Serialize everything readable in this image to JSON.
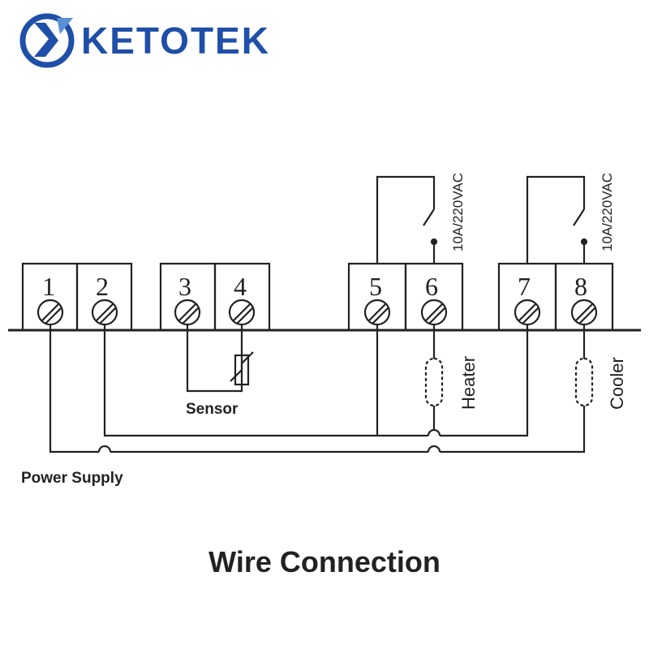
{
  "brand": {
    "name": "KETOTEK",
    "color": "#1f4fa8"
  },
  "terminals": [
    "1",
    "2",
    "3",
    "4",
    "5",
    "6",
    "7",
    "8"
  ],
  "labels": {
    "power_supply": "Power Supply",
    "sensor": "Sensor",
    "heater": "Heater",
    "cooler": "Cooler",
    "relay_rating_heater": "10A/220VAC",
    "relay_rating_cooler": "10A/220VAC"
  },
  "caption": "Wire Connection"
}
